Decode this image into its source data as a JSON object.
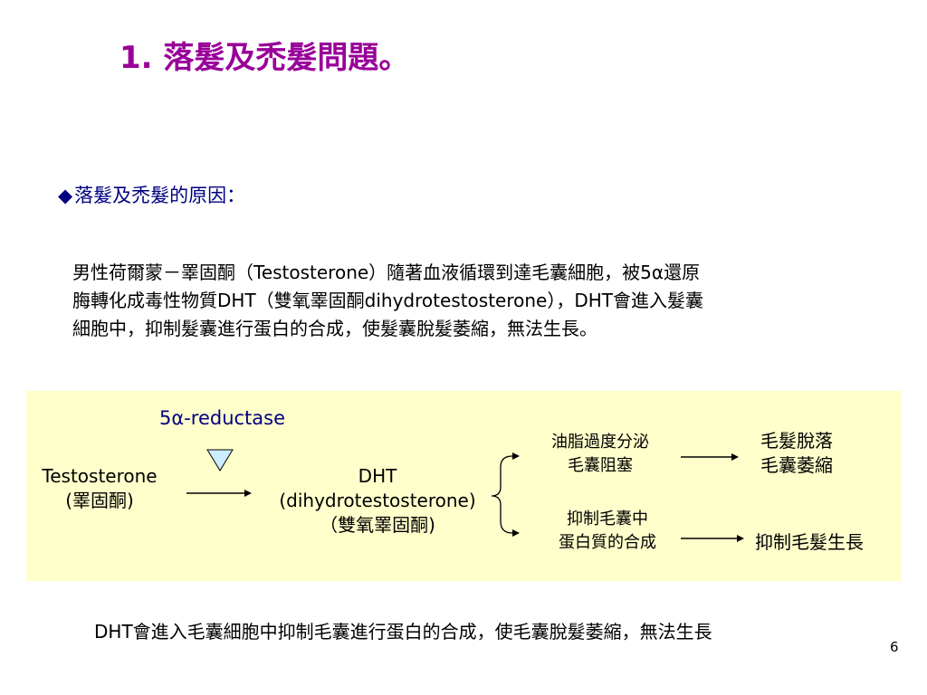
{
  "title": "1. 落髮及禿髮問題。",
  "section": {
    "bullet_icon": "diamond-bullet",
    "heading": "落髮及禿髮的原因："
  },
  "paragraph": {
    "lines": [
      "男性荷爾蒙－睪固酮（Testosterone）隨著血液循環到達毛囊細胞，被5α還原",
      "脢轉化成毒性物質DHT（雙氧睪固酮dihydrotestosterone），DHT會進入髮囊",
      "細胞中，抑制髮囊進行蛋白的合成，使髮囊脫髮萎縮，無法生長。"
    ]
  },
  "diagram": {
    "enzyme_label": "5α-reductase",
    "testosterone": {
      "line1": "Testosterone",
      "line2": "(睪固酮)"
    },
    "dht": {
      "line1": "DHT",
      "line2": "(dihydrotestosterone)",
      "line3": "（雙氧睪固酮)"
    },
    "effect_top": {
      "line1": "油脂過度分泌",
      "line2": "毛囊阻塞"
    },
    "effect_bottom": {
      "line1": "抑制毛囊中",
      "line2": "蛋白質的合成"
    },
    "result_top": {
      "line1": "毛髮脫落",
      "line2": "毛囊萎縮"
    },
    "result_bottom": "抑制毛髮生長"
  },
  "footer_text": "DHT會進入毛囊細胞中抑制毛囊進行蛋白的合成，使毛囊脫髮萎縮，無法生長",
  "page_number": "6",
  "colors": {
    "title": "#990099",
    "heading": "#000080",
    "panel_background": "#ffffcc",
    "triangle_fill": "#ccecff"
  }
}
